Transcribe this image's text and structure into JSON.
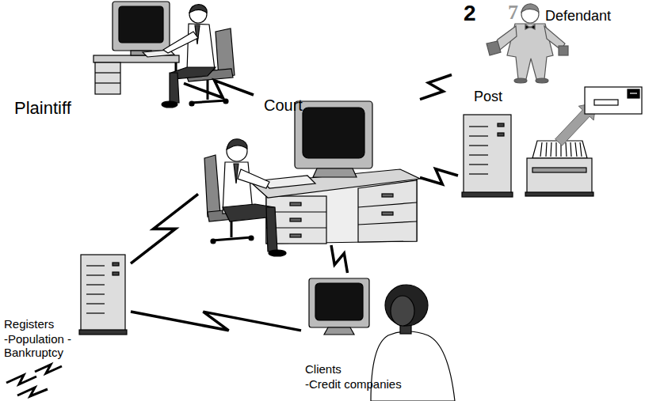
{
  "diagram": {
    "nodes": [
      {
        "text": [
          "Plaintiff"
        ]
      },
      {
        "text": [
          "Court"
        ]
      },
      {
        "text": [
          "Post"
        ]
      },
      {
        "text": [
          "Defendant"
        ]
      },
      {
        "text": [
          "Registers",
          "-Population -Bankruptcy"
        ]
      },
      {
        "text": [
          "Clients",
          "-Credit companies"
        ]
      }
    ],
    "edges": [
      {
        "from": 0,
        "to": 1,
        "arrow": "none"
      },
      {
        "from": 1,
        "to": 3,
        "arrow": "none"
      },
      {
        "from": 1,
        "to": 2,
        "arrow": "none"
      },
      {
        "from": 1,
        "to": 4,
        "arrow": "none"
      },
      {
        "from": 1,
        "to": 5,
        "arrow": "none"
      },
      {
        "from": 4,
        "to": 5,
        "arrow": "none"
      }
    ],
    "labels": [
      "2",
      "7"
    ]
  }
}
